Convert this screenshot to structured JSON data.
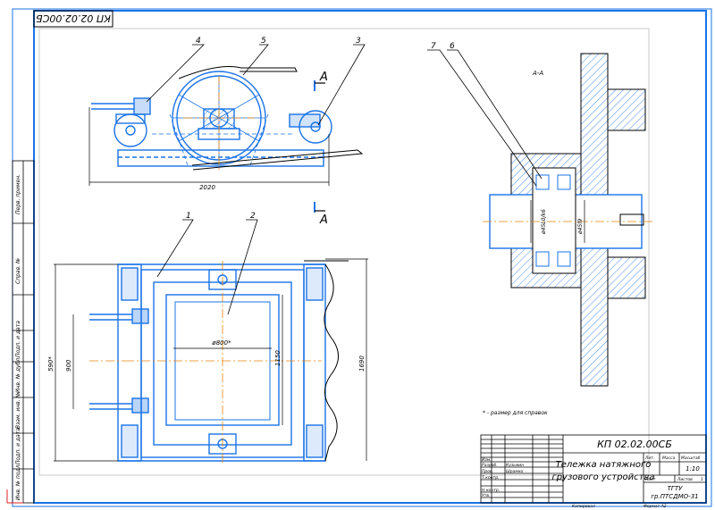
{
  "drawing": {
    "doc_code": "КП 02.02.00СБ",
    "doc_code_rotated": "КП 02.02.00СБ",
    "section_label": "А-А",
    "section_mark": "А",
    "note": "* - размер для справок"
  },
  "callouts": [
    "1",
    "2",
    "3",
    "4",
    "5",
    "6",
    "7"
  ],
  "dimensions": {
    "length_top": "2020",
    "drum_diameter": "ø800*",
    "width_1150": "1150",
    "width_900": "900",
    "height_590": "590*",
    "height_1690": "1690",
    "shaft_fit": "ø45L0/k6",
    "shaft_d": "ø45f9"
  },
  "title_block": {
    "designation": "КП 02.02.00СБ",
    "name_line1": "Тележка натяжного",
    "name_line2": "грузового устройства",
    "scale": "1:10",
    "org_line1": "ТГТУ",
    "org_line2": "гр.ПТСДМО-31",
    "sheet": "1",
    "format": "Формат А2",
    "copied": "Копировал",
    "left_rows": [
      "Изм.",
      "Разраб.",
      "Пров.",
      "Т.контр.",
      "",
      "Н.контр.",
      "Утв."
    ],
    "left_names": [
      "",
      "Кузьмин",
      "Шрамко",
      "",
      "",
      "",
      ""
    ],
    "col_headers": [
      "Лит.",
      "Масса",
      "Масштаб"
    ],
    "sheet_label": "Лист",
    "sheets_label": "Листов"
  },
  "side_strip": [
    "Перв. примен.",
    "Справ. №",
    "Подп. и дата",
    "Инв. № дубл.",
    "Взам. инв. №",
    "Подп. и дата",
    "Инв. № подл."
  ]
}
